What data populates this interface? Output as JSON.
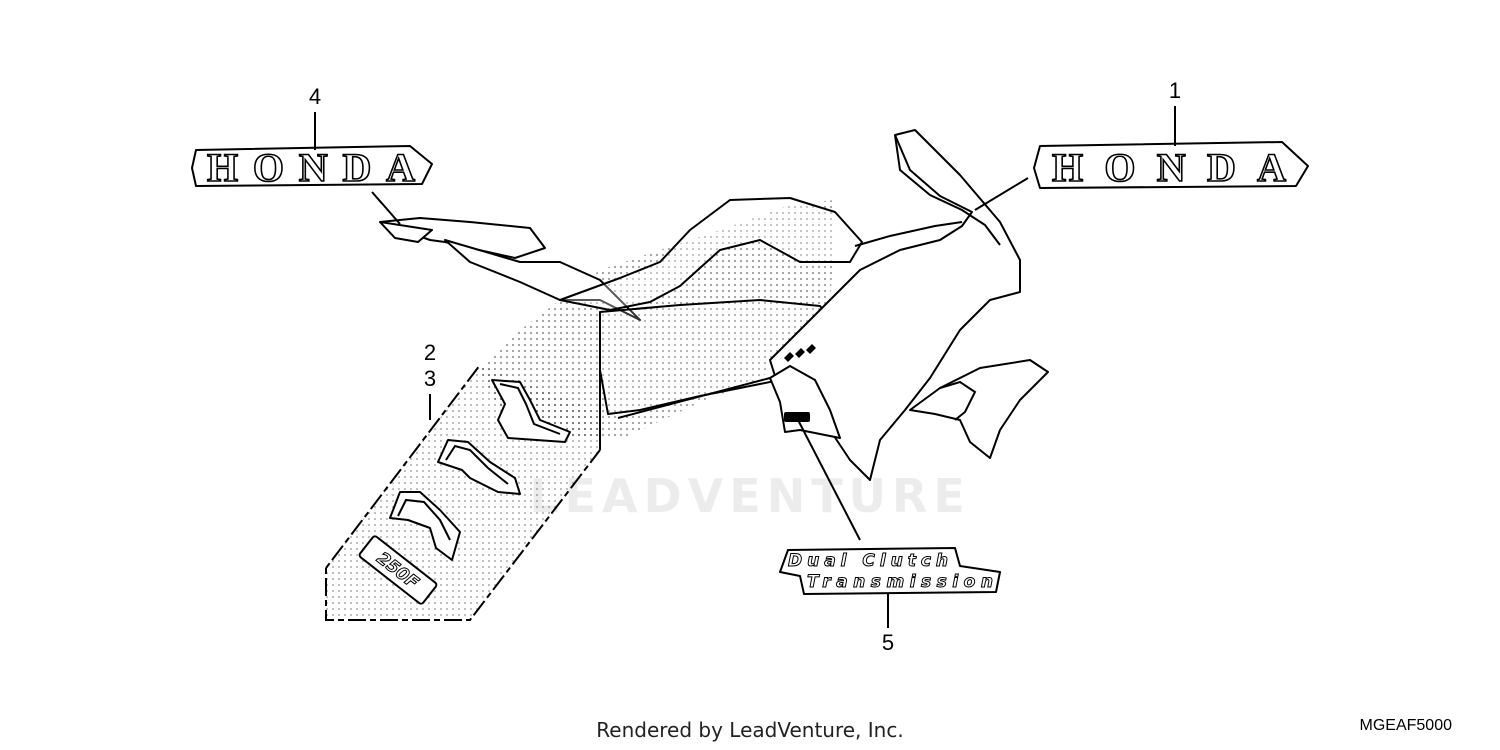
{
  "callouts": {
    "c1": "1",
    "c2": "2",
    "c3": "3",
    "c4": "4",
    "c5": "5"
  },
  "emblems": {
    "honda_right": "HONDA",
    "honda_left": "HONDA",
    "dct_line1": "Dual Clutch",
    "dct_line2": "Transmission",
    "model_badge": "250F"
  },
  "watermark": "LEADVENTURE",
  "footer": {
    "credit": "Rendered by LeadVenture, Inc.",
    "code": "MGEAF5000"
  }
}
